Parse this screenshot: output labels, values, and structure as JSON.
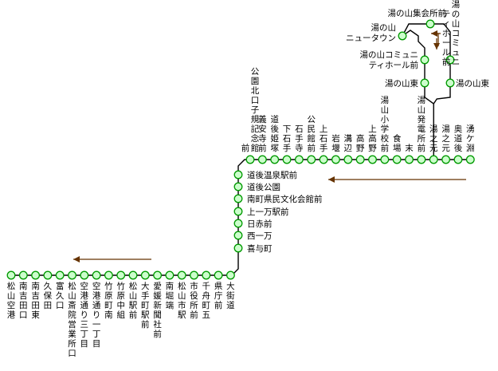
{
  "colors": {
    "line": "#000000",
    "station_fill": "#ccffcc",
    "station_stroke": "#009900",
    "arrow": "#663300",
    "text": "#000000"
  },
  "bottom_row": [
    {
      "id": "matsuyama-airport",
      "name": "松山空港"
    },
    {
      "id": "minami-yoshida-guchi",
      "name": "南吉田口"
    },
    {
      "id": "minami-yoshida-higashi",
      "name": "南吉田東"
    },
    {
      "id": "kubota",
      "name": "久保田"
    },
    {
      "id": "tomikuguchi",
      "name": "富久口"
    },
    {
      "id": "matsuyama-saiin-eigyosho",
      "name": "松山斎院営業所口"
    },
    {
      "id": "kuko-dori-3",
      "name": "空港通り三丁目"
    },
    {
      "id": "kuko-dori-1",
      "name": "空港通り一丁目"
    },
    {
      "id": "takehara-machi-minami",
      "name": "竹原町南"
    },
    {
      "id": "takehara-nakagumi",
      "name": "竹原中組"
    },
    {
      "id": "matsuyama-ekimae",
      "name": "松山駅前"
    },
    {
      "id": "ote-machi-ekimae",
      "name": "大手町駅前"
    },
    {
      "id": "ehime-shimbunsha",
      "name": "愛媛新聞社前"
    },
    {
      "id": "minami-horibata",
      "name": "南堀端"
    },
    {
      "id": "matsuyama-shi-eki",
      "name": "松山市駅"
    },
    {
      "id": "shiyakusho-mae",
      "name": "市役所前"
    },
    {
      "id": "senbune-machi-5",
      "name": "千舟町五"
    },
    {
      "id": "kencho-mae",
      "name": "県庁前"
    },
    {
      "id": "okaido",
      "name": "大街道"
    }
  ],
  "vertical_row": [
    {
      "id": "kiyomachi",
      "name": "喜与町"
    },
    {
      "id": "nishi-ichiman",
      "name": "西一万"
    },
    {
      "id": "hiakamae",
      "name": "日赤前"
    },
    {
      "id": "kami-ichiman-ekimae",
      "name": "上一万駅前"
    },
    {
      "id": "minami-machi-bunka-kaikan",
      "name": "南町県民文化会館前"
    },
    {
      "id": "dogo-koen",
      "name": "道後公園"
    },
    {
      "id": "dogo-onsen-ekimae",
      "name": "道後温泉駅前"
    }
  ],
  "top_row": [
    {
      "id": "shiki-kinenkan",
      "name": "公園北口子規記念館前"
    },
    {
      "id": "gian-ji",
      "name": "義安寺前"
    },
    {
      "id": "dogo-himezuka",
      "name": "道後姫塚"
    },
    {
      "id": "shimo-ishite",
      "name": "下石手"
    },
    {
      "id": "ishite-ji",
      "name": "石手寺"
    },
    {
      "id": "kominkan-mae",
      "name": "公民館前"
    },
    {
      "id": "kami-ishite",
      "name": "上石手"
    },
    {
      "id": "iwahori",
      "name": "岩堰"
    },
    {
      "id": "mizobe",
      "name": "溝辺"
    },
    {
      "id": "takano",
      "name": "高野"
    },
    {
      "id": "kami-takano",
      "name": "上高野"
    },
    {
      "id": "yunoyama-shogakko",
      "name": "湯山小学校前"
    },
    {
      "id": "shokuba",
      "name": "食場"
    },
    {
      "id": "sue",
      "name": "末"
    },
    {
      "id": "yuyama-hatsudensho",
      "name": "湯山発電所前"
    },
    {
      "id": "yunomoto-1",
      "name": "湯之元"
    },
    {
      "id": "yunomoto-2",
      "name": "湯之元"
    },
    {
      "id": "oku-dogo",
      "name": "奥道後"
    },
    {
      "id": "wakugabuchi",
      "name": "湧ケ淵"
    }
  ],
  "loop": [
    {
      "id": "yunoyama-higashi",
      "name": "湯の山東"
    },
    {
      "id": "yunoyama-community-hall-a",
      "name": "湯の山コミュニティホール前"
    },
    {
      "id": "yunoyama-newtown",
      "name": "湯の山ニュータウン"
    },
    {
      "id": "yunoyama-shukaisho",
      "name": "湯の山集会所前"
    },
    {
      "id": "yunoyama-community-hall-b",
      "name": "湯の山コミュニティホール前"
    },
    {
      "id": "yunoyama-higashi-2",
      "name": "湯の山東"
    }
  ],
  "direction_arrows": [
    {
      "id": "upper",
      "direction": "west"
    },
    {
      "id": "lower",
      "direction": "west"
    },
    {
      "id": "loop-top",
      "direction": "west"
    },
    {
      "id": "loop-inner",
      "direction": "south"
    }
  ]
}
